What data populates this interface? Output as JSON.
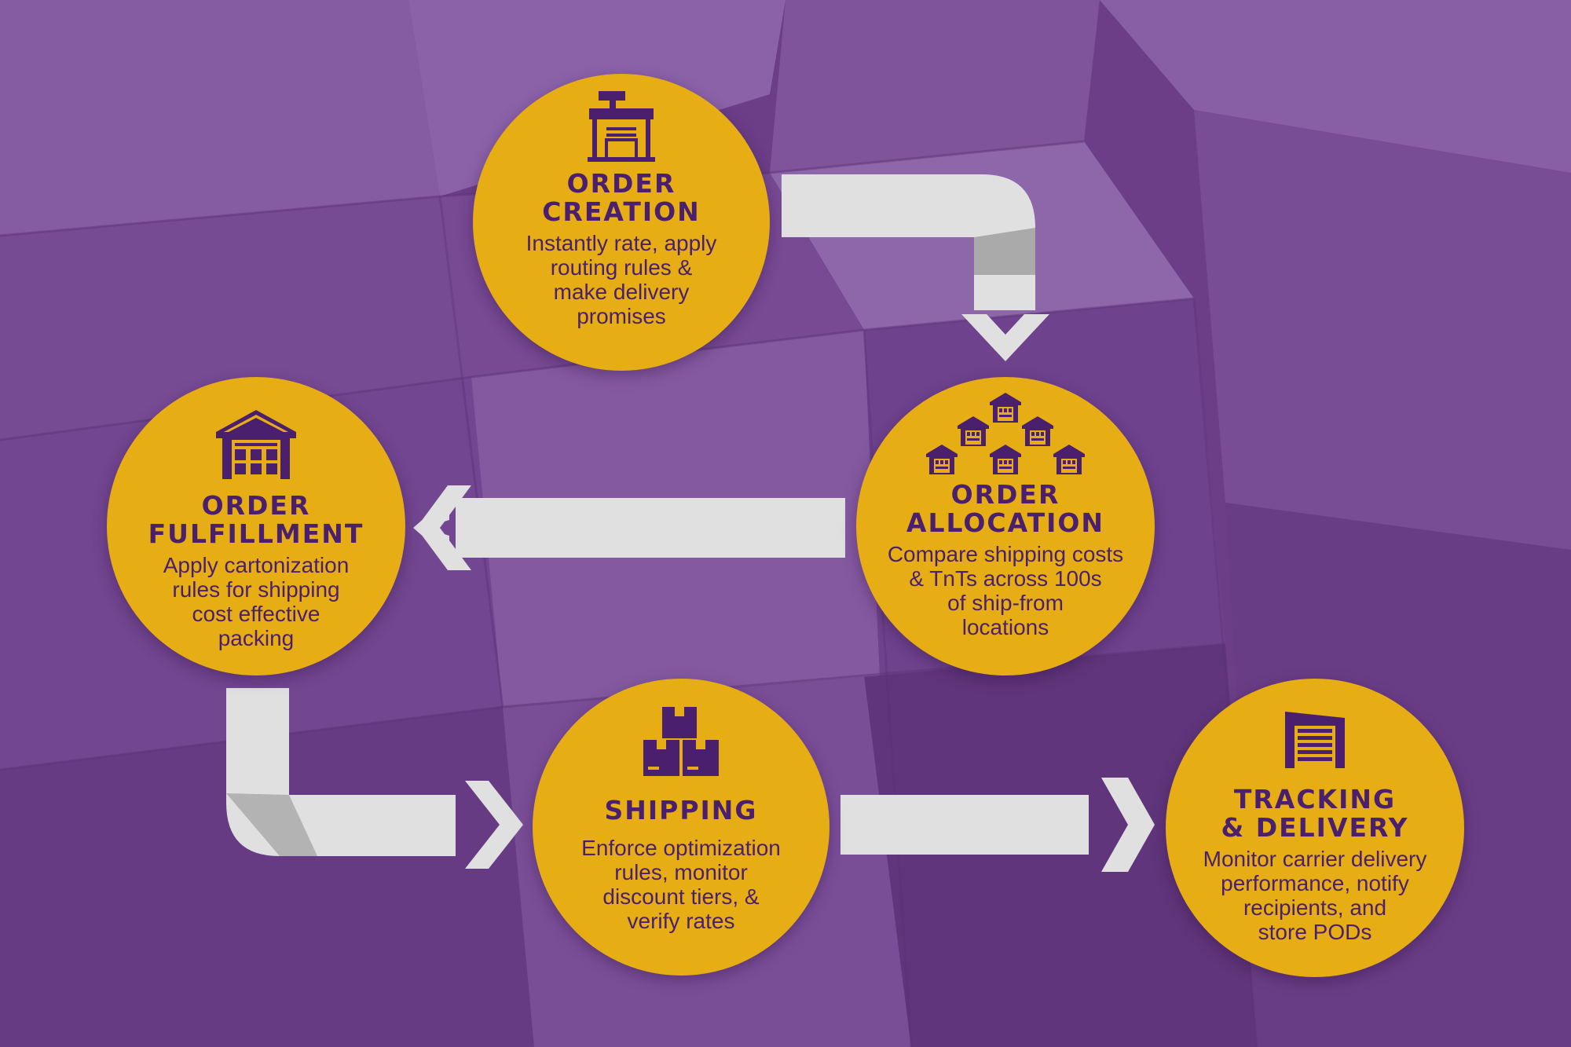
{
  "colors": {
    "background": "#6a3d86",
    "node_fill": "#e6ad14",
    "node_text": "#4a1f6e",
    "arrow": "#e0e0e0",
    "arrow_shade": "#aaaaaa"
  },
  "nodes": {
    "creation": {
      "icon": "storefront-icon",
      "title_lines": [
        "ORDER",
        "CREATION"
      ],
      "desc_lines": [
        "Instantly rate, apply",
        "routing rules &",
        "make delivery",
        "promises"
      ]
    },
    "allocation": {
      "icon": "warehouse-network-icon",
      "title_lines": [
        "ORDER",
        "ALLOCATION"
      ],
      "desc_lines": [
        "Compare shipping costs",
        "& TnTs across 100s",
        "of ship-from",
        "locations"
      ]
    },
    "fulfillment": {
      "icon": "warehouse-icon",
      "title_lines": [
        "ORDER",
        "FULFILLMENT"
      ],
      "desc_lines": [
        "Apply cartonization",
        "rules for shipping",
        "cost effective",
        "packing"
      ]
    },
    "shipping": {
      "icon": "boxes-icon",
      "title_lines": [
        "SHIPPING"
      ],
      "desc_lines": [
        "Enforce optimization",
        "rules, monitor",
        "discount tiers, &",
        "verify rates"
      ]
    },
    "tracking": {
      "icon": "loading-dock-icon",
      "title_lines": [
        "TRACKING",
        "& DELIVERY"
      ],
      "desc_lines": [
        "Monitor carrier delivery",
        "performance, notify",
        "recipients, and",
        "store PODs"
      ]
    }
  }
}
